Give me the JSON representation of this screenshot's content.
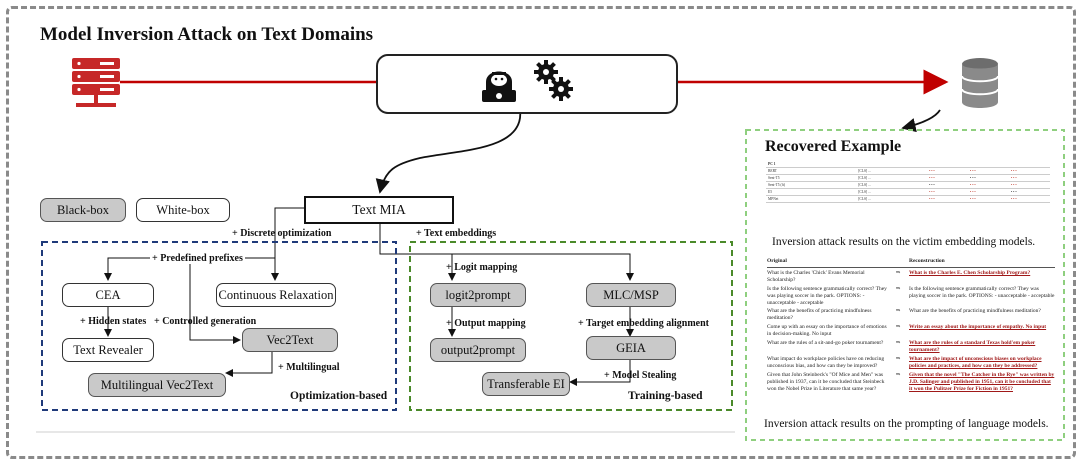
{
  "title": "Model Inversion Attack on Text Domains",
  "legend": {
    "black_box": "Black-box",
    "white_box": "White-box"
  },
  "center_node": "Text MIA",
  "edges": {
    "discrete": "+ Discrete optimization",
    "embeddings": "+ Text embeddings",
    "predefined": "+ Predefined prefixes",
    "hidden": "+ Hidden states",
    "controlled": "+ Controlled generation",
    "multilingual": "+ Multilingual",
    "logit": "+ Logit mapping",
    "output": "+ Output mapping",
    "target": "+ Target embedding alignment",
    "stealing": "+ Model Stealing"
  },
  "opt_nodes": {
    "cea": "CEA",
    "continuous": "Continuous Relaxation",
    "revealer": "Text Revealer",
    "vec2text": "Vec2Text",
    "multi_vec2text": "Multilingual Vec2Text"
  },
  "train_nodes": {
    "logit2prompt": "logit2prompt",
    "output2prompt": "output2prompt",
    "mlc": "MLC/MSP",
    "geia": "GEIA",
    "transferable": "Transferable EI"
  },
  "groups": {
    "optimization": "Optimization-based",
    "training": "Training-based"
  },
  "recovered": {
    "title": "Recovered Example",
    "caption1": "Inversion attack results on the victim embedding models.",
    "caption2": "Inversion attack results on the prompting of language models.",
    "table_header": {
      "original": "Original",
      "reconstruction": "Reconstruction"
    },
    "rows": [
      {
        "o": "What is the Charles 'Chick' Evans Memorial Scholarship?",
        "r": "What is the Charles E. Chen Scholarship Program?"
      },
      {
        "o": "Is the following sentence grammatically correct? They was playing soccer in the park. OPTIONS: - unacceptable - acceptable",
        "r": "Is the following sentence grammatically correct? They was playing soccer in the park. OPTIONS: - unacceptable - acceptable"
      },
      {
        "o": "What are the benefits of practicing mindfulness meditation?",
        "r": "What are the benefits of practicing mindfulness meditation?"
      },
      {
        "o": "Come up with an essay on the importance of emotions in decision-making. No input",
        "r": "Write an essay about the importance of empathy. No input"
      },
      {
        "o": "What are the rules of a sit-and-go poker tournament?",
        "r": "What are the rules of a standard Texas hold'em poker tournament?"
      },
      {
        "o": "What impact do workplace policies have on reducing unconscious bias, and how can they be improved?",
        "r": "What are the impact of unconscious biases on workplace policies and practices, and how can they be addressed?"
      },
      {
        "o": "Given that John Steinbeck's \"Of Mice and Men\" was published in 1937, can it be concluded that Steinbeck won the Nobel Prize in Literature that same year?",
        "r": "Given that the novel \"The Catcher in the Rye\" was written by J.D. Salinger and published in 1951, can it be concluded that it won the Pulitzer Prize for Fiction in 1951?"
      }
    ]
  },
  "colors": {
    "arrow_red": "#c00000",
    "server_red": "#c62828",
    "opt_border": "#1f3a7a",
    "train_border": "#4a8a2a",
    "example_border": "#8fcf7f",
    "node_gray": "#c9c9c9"
  }
}
